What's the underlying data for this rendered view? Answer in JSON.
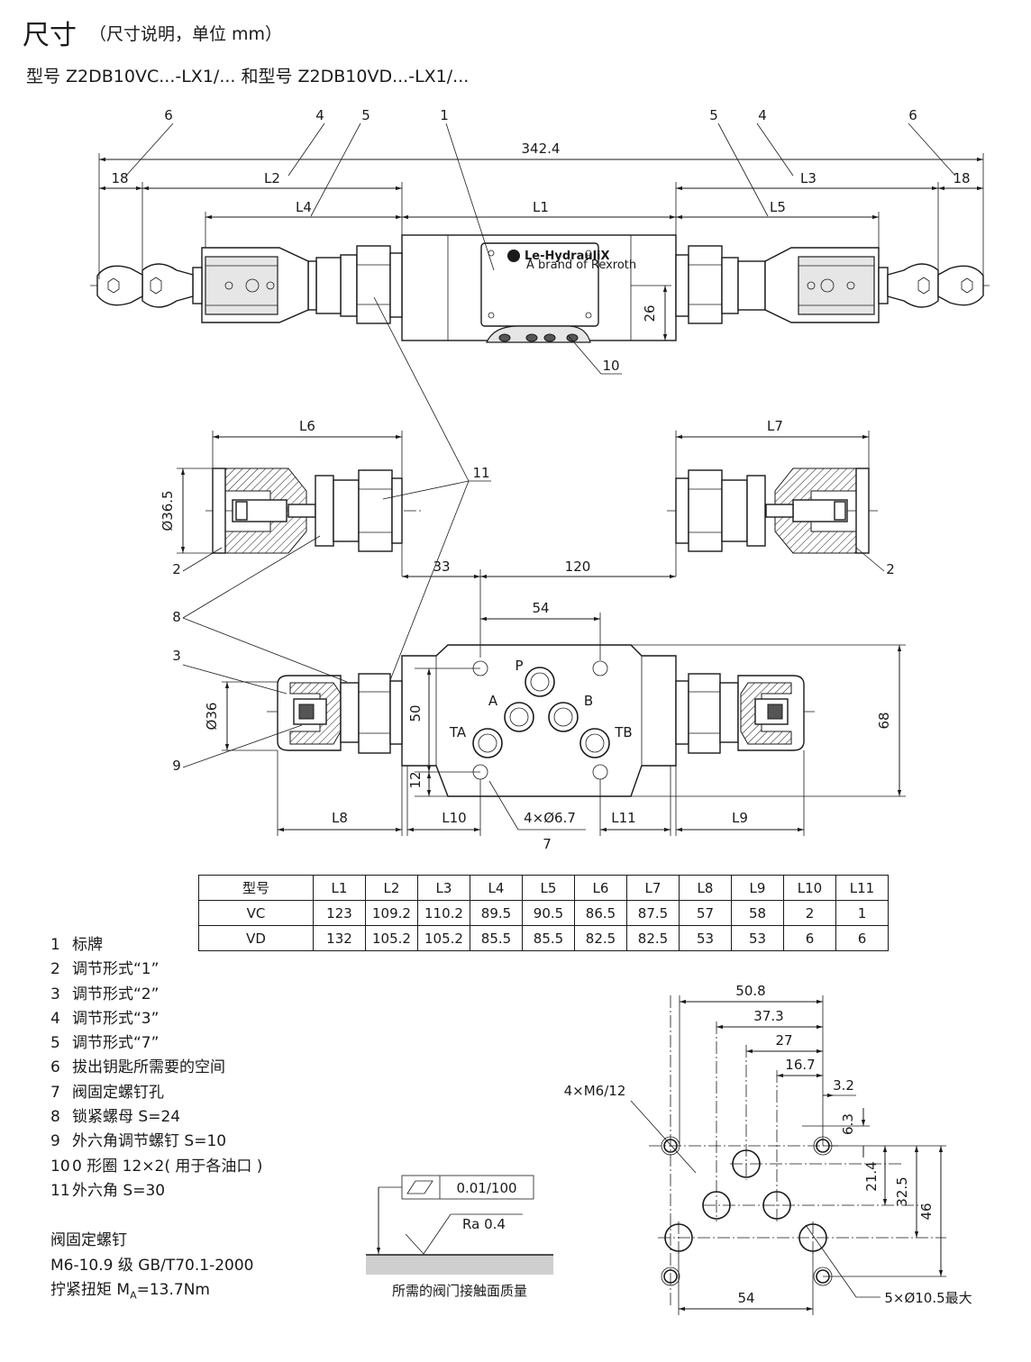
{
  "header": {
    "title": "尺寸",
    "subtitle": "（尺寸说明，单位 mm）",
    "model_line": "型号 Z2DB10VC...-LX1/... 和型号 Z2DB10VD...-LX1/..."
  },
  "drawing_labels": {
    "total_length": "342.4",
    "key_space": "18",
    "L1": "L1",
    "L2": "L2",
    "L3": "L3",
    "L4": "L4",
    "L5": "L5",
    "L6": "L6",
    "L7": "L7",
    "L8": "L8",
    "L9": "L9",
    "L10": "L10",
    "L11": "L11",
    "dim_26": "26",
    "dim_36_5": "Ø36.5",
    "dim_36": "Ø36",
    "dim_33": "33",
    "dim_120": "120",
    "dim_54": "54",
    "dim_50": "50",
    "dim_68": "68",
    "dim_12": "12",
    "holes": "4×Ø6.7",
    "port_P": "P",
    "port_A": "A",
    "port_B": "B",
    "port_TA": "TA",
    "port_TB": "TB",
    "callouts": [
      "1",
      "2",
      "3",
      "4",
      "5",
      "6",
      "7",
      "8",
      "9",
      "10",
      "11"
    ],
    "brand_name": "Le-HydrauliX",
    "brand_tagline": "A brand of Rexroth"
  },
  "table": {
    "headers": [
      "型号",
      "L1",
      "L2",
      "L3",
      "L4",
      "L5",
      "L6",
      "L7",
      "L8",
      "L9",
      "L10",
      "L11"
    ],
    "rows": [
      [
        "VC",
        "123",
        "109.2",
        "110.2",
        "89.5",
        "90.5",
        "86.5",
        "87.5",
        "57",
        "58",
        "2",
        "1"
      ],
      [
        "VD",
        "132",
        "105.2",
        "105.2",
        "85.5",
        "85.5",
        "82.5",
        "82.5",
        "53",
        "53",
        "6",
        "6"
      ]
    ]
  },
  "legend": [
    {
      "n": "1",
      "text": "标牌"
    },
    {
      "n": "2",
      "text": "调节形式“1”"
    },
    {
      "n": "3",
      "text": "调节形式“2”"
    },
    {
      "n": "4",
      "text": "调节形式“3”"
    },
    {
      "n": "5",
      "text": "调节形式“7”"
    },
    {
      "n": "6",
      "text": "拔出钥匙所需要的空间"
    },
    {
      "n": "7",
      "text": "阀固定螺钉孔"
    },
    {
      "n": "8",
      "text": "锁紧螺母 S=24"
    },
    {
      "n": "9",
      "text": "外六角调节螺钉 S=10"
    },
    {
      "n": "10",
      "text": "0 形圈 12×2( 用于各油口 )"
    },
    {
      "n": "11",
      "text": "外六角 S=30"
    }
  ],
  "screw": {
    "title": "阀固定螺钉",
    "spec": "M6-10.9 级 GB/T70.1-2000",
    "torque_prefix": "拧紧扭矩 M",
    "torque_sub": "A",
    "torque_suffix": "=13.7Nm"
  },
  "surface": {
    "flatness": "0.01/100",
    "roughness": "Ra 0.4",
    "caption": "所需的阀门接触面质量"
  },
  "pattern": {
    "d50_8": "50.8",
    "d37_3": "37.3",
    "d27": "27",
    "d16_7": "16.7",
    "d3_2": "3.2",
    "d6_3": "6.3",
    "d21_4": "21.4",
    "d32_5": "32.5",
    "d46": "46",
    "d54": "54",
    "threads": "4×M6/12",
    "ports": "5×Ø10.5最大"
  }
}
